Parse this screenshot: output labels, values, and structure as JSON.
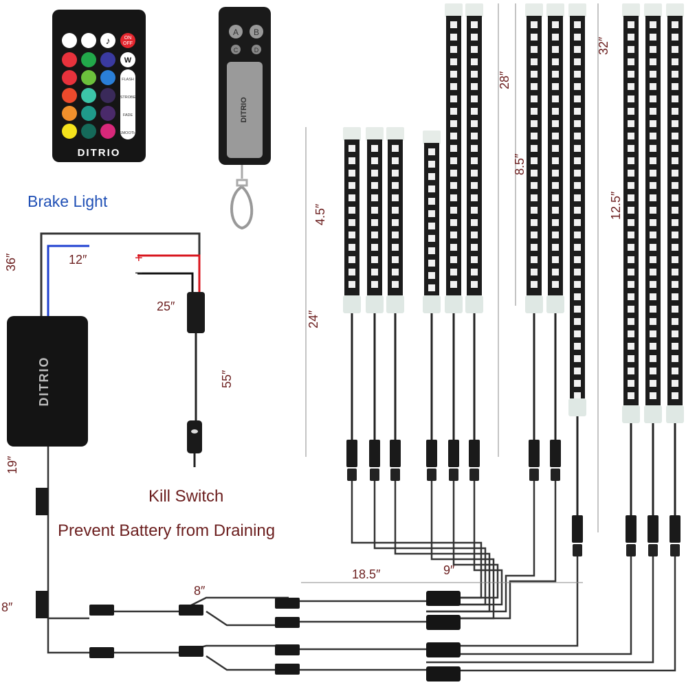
{
  "labels": {
    "brake_light": "Brake Light",
    "len_36": "36″",
    "len_12": "12″",
    "plus": "+",
    "minus": "−",
    "len_25": "25″",
    "len_55": "55″",
    "len_19": "19″",
    "kill_switch": "Kill Switch",
    "prevent": "Prevent Battery from Draining",
    "len_8_left": "8″",
    "len_8_mid": "8″",
    "len_18_5": "18.5″",
    "len_9": "9″",
    "len_4_5": "4.5″",
    "len_24": "24″",
    "len_28": "28″",
    "len_8_5": "8.5″",
    "len_32": "32″",
    "len_12_5": "12.5″"
  },
  "remote": {
    "on_off_1": "ON",
    "on_off_2": "OFF",
    "white": "W",
    "flash": "FLASH",
    "strobe": "STROBE",
    "fade": "FADE",
    "smooth": "SMOOTH",
    "brand": "DITRIO",
    "colors": [
      [
        "#e8323c",
        "#22a84a",
        "#3a3aa0"
      ],
      [
        "#e8323c",
        "#6cc13c",
        "#2a7fd8"
      ],
      [
        "#ec4a2c",
        "#3cc5a8",
        "#3a2a5a"
      ],
      [
        "#f0902c",
        "#1f9a8a",
        "#4a2a6a"
      ],
      [
        "#f4e21c",
        "#156a5a",
        "#d8287a"
      ]
    ]
  },
  "fob": {
    "a": "A",
    "b": "B",
    "c": "C",
    "d": "D",
    "brand": "DITRIO"
  },
  "controller": {
    "brand": "DITRIO"
  },
  "colors": {
    "dim_text": "#6b1e1e",
    "brake": "#1f4fb5",
    "wire_red": "#d8141c",
    "wire_blue": "#1e3fd0"
  }
}
